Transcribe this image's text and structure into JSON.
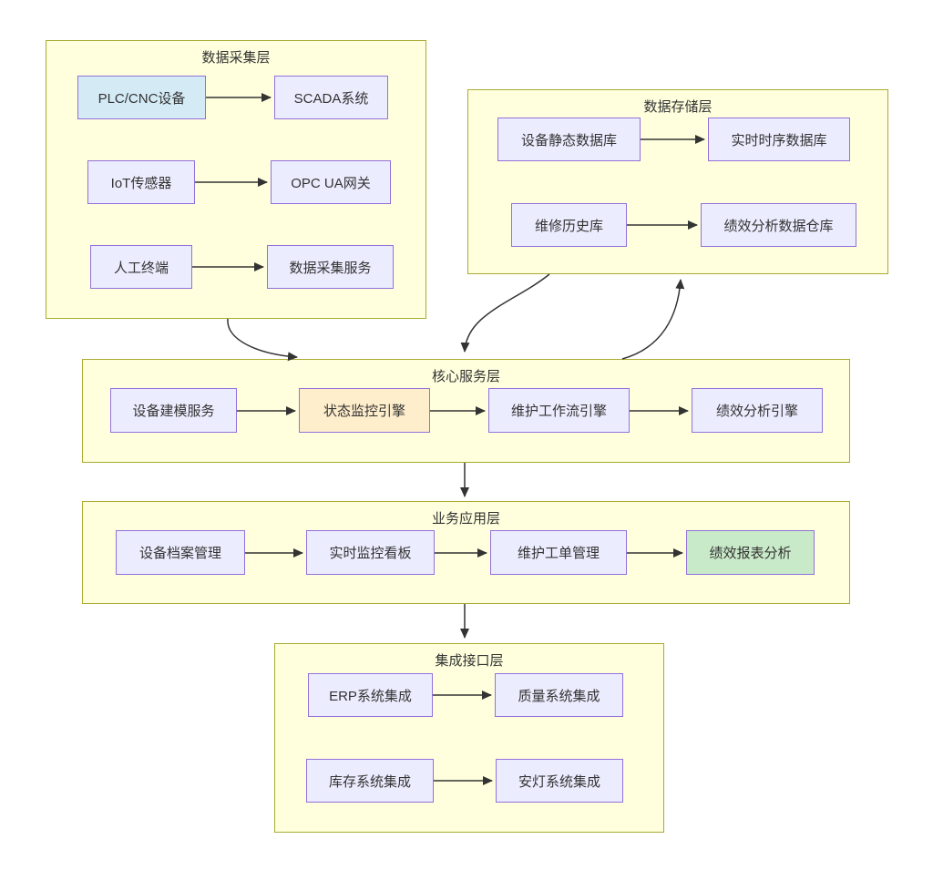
{
  "diagram": {
    "type": "flowchart",
    "layers": [
      {
        "label": "数据采集层",
        "nodes": [
          {
            "label": "PLC/CNC设备",
            "highlight": "blue"
          },
          {
            "label": "SCADA系统",
            "highlight": "none"
          },
          {
            "label": "IoT传感器",
            "highlight": "none"
          },
          {
            "label": "OPC UA网关",
            "highlight": "none"
          },
          {
            "label": "人工终端",
            "highlight": "none"
          },
          {
            "label": "数据采集服务",
            "highlight": "none"
          }
        ]
      },
      {
        "label": "数据存储层",
        "nodes": [
          {
            "label": "设备静态数据库",
            "highlight": "none"
          },
          {
            "label": "实时时序数据库",
            "highlight": "none"
          },
          {
            "label": "维修历史库",
            "highlight": "none"
          },
          {
            "label": "绩效分析数据仓库",
            "highlight": "none"
          }
        ]
      },
      {
        "label": "核心服务层",
        "nodes": [
          {
            "label": "设备建模服务",
            "highlight": "none"
          },
          {
            "label": "状态监控引擎",
            "highlight": "orange"
          },
          {
            "label": "维护工作流引擎",
            "highlight": "none"
          },
          {
            "label": "绩效分析引擎",
            "highlight": "none"
          }
        ]
      },
      {
        "label": "业务应用层",
        "nodes": [
          {
            "label": "设备档案管理",
            "highlight": "none"
          },
          {
            "label": "实时监控看板",
            "highlight": "none"
          },
          {
            "label": "维护工单管理",
            "highlight": "none"
          },
          {
            "label": "绩效报表分析",
            "highlight": "green"
          }
        ]
      },
      {
        "label": "集成接口层",
        "nodes": [
          {
            "label": "ERP系统集成",
            "highlight": "none"
          },
          {
            "label": "质量系统集成",
            "highlight": "none"
          },
          {
            "label": "库存系统集成",
            "highlight": "none"
          },
          {
            "label": "安灯系统集成",
            "highlight": "none"
          }
        ]
      }
    ],
    "edges": [
      {
        "from": "PLC/CNC设备",
        "to": "SCADA系统"
      },
      {
        "from": "IoT传感器",
        "to": "OPC UA网关"
      },
      {
        "from": "人工终端",
        "to": "数据采集服务"
      },
      {
        "from": "设备静态数据库",
        "to": "实时时序数据库"
      },
      {
        "from": "维修历史库",
        "to": "绩效分析数据仓库"
      },
      {
        "from": "设备建模服务",
        "to": "状态监控引擎"
      },
      {
        "from": "状态监控引擎",
        "to": "维护工作流引擎"
      },
      {
        "from": "维护工作流引擎",
        "to": "绩效分析引擎"
      },
      {
        "from": "设备档案管理",
        "to": "实时监控看板"
      },
      {
        "from": "实时监控看板",
        "to": "维护工单管理"
      },
      {
        "from": "维护工单管理",
        "to": "绩效报表分析"
      },
      {
        "from": "ERP系统集成",
        "to": "质量系统集成"
      },
      {
        "from": "库存系统集成",
        "to": "安灯系统集成"
      },
      {
        "from": "数据采集层",
        "to": "核心服务层"
      },
      {
        "from": "数据存储层",
        "to": "核心服务层"
      },
      {
        "from": "核心服务层",
        "to": "数据存储层"
      },
      {
        "from": "核心服务层",
        "to": "业务应用层"
      },
      {
        "from": "业务应用层",
        "to": "集成接口层"
      }
    ],
    "colors": {
      "layer_fill": "#ffffde",
      "layer_border": "#aaaa33",
      "node_fill": "#ececff",
      "node_border": "#9370db",
      "highlight_blue": "#d4ebf6",
      "highlight_orange": "#ffeecc",
      "highlight_green": "#c9eac9",
      "edge": "#333333",
      "text": "#333333"
    }
  }
}
